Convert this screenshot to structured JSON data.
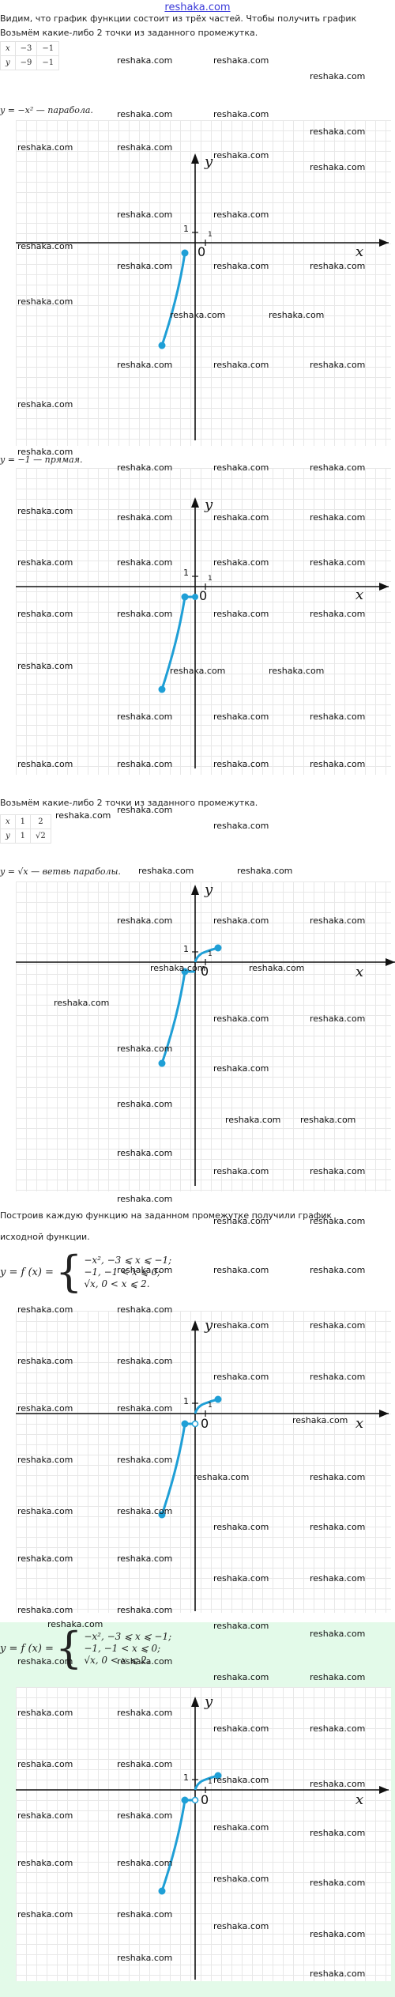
{
  "site": {
    "title": "reshaka.com"
  },
  "watermark": "reshaka.com",
  "intro": {
    "line1": "Видим, что график функции состоит из трёх частей. Чтобы получить график",
    "line2": "Возьмём какие-либо 2 точки из заданного промежутка."
  },
  "table1": {
    "x_label": "x",
    "y_label": "y",
    "x": [
      "−3",
      "−1"
    ],
    "y": [
      "−9",
      "−1"
    ]
  },
  "parabola_label": "y = −x² — парабола.",
  "line_label": "y = −1 — прямая.",
  "intro2": "Возьмём какие-либо 2 точки из заданного промежутка.",
  "table2": {
    "x_label": "x",
    "y_label": "y",
    "x": [
      "1",
      "2"
    ],
    "y": [
      "1",
      "√2"
    ]
  },
  "branch_label": "y = √x — ветвь параболы.",
  "conclusion": {
    "line1": "Построив каждую функцию на заданном промежутке получили график",
    "line2": "исходной функции."
  },
  "system": {
    "lhs": "y = f (x) =",
    "cases": [
      "−x²,   −3 ⩽ x ⩽ −1;",
      "−1,      −1 < x ⩽ 0;",
      "√x,      0 < x ⩽ 2."
    ]
  },
  "axes": {
    "x_label": "x",
    "y_label": "y",
    "origin": "0",
    "tick": "1"
  },
  "colors": {
    "curve": "#1f9fd6",
    "axis": "#111111",
    "answer_bg": "#e3fae9",
    "link": "#3b3bd8"
  }
}
